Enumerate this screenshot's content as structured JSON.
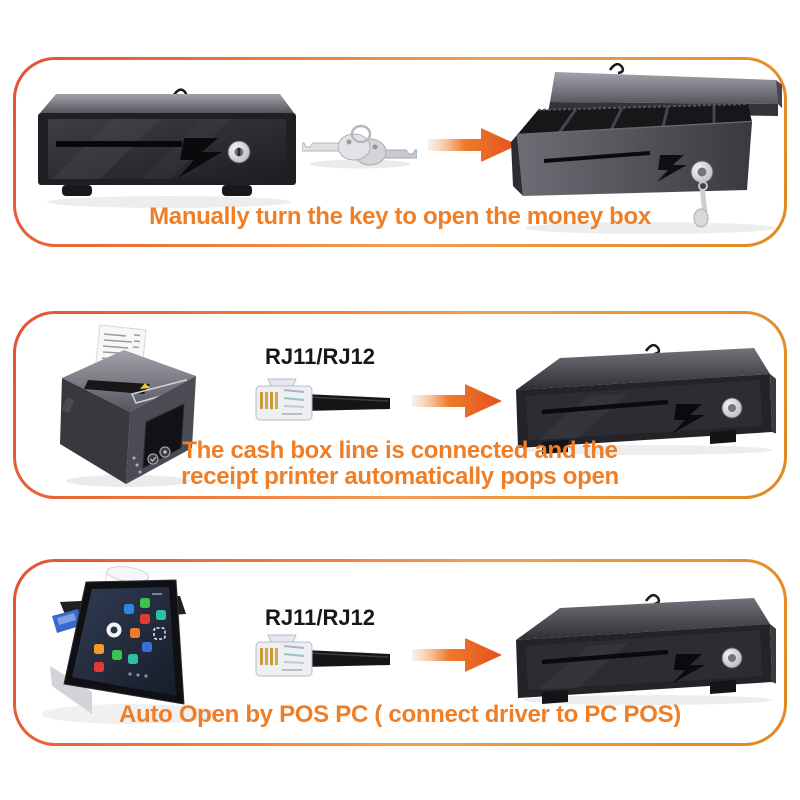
{
  "colors": {
    "background": "#ffffff",
    "accent_text": "#ef7e26",
    "label_text": "#17171a",
    "panel_border_gradient": [
      "#e25038",
      "#ee7a38",
      "#f29d54",
      "#df891e"
    ],
    "arrow": "#e4511a"
  },
  "panels": {
    "manual": {
      "caption": "Manually turn the key to open the money box"
    },
    "printer": {
      "cable_label": "RJ11/RJ12",
      "caption_line1": "The cash box line is connected and the",
      "caption_line2": "receipt printer automatically pops open"
    },
    "pos": {
      "cable_label": "RJ11/RJ12",
      "caption": "Auto Open by POS PC ( connect driver to PC POS)"
    }
  }
}
